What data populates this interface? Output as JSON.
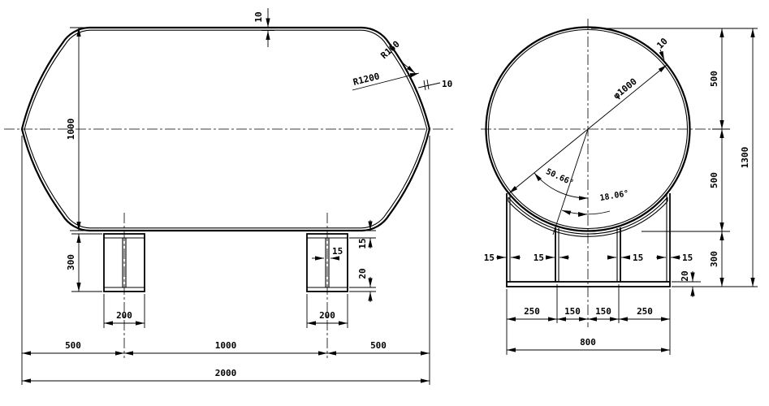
{
  "side_view": {
    "top_wall_thickness": "10",
    "knuckle_radius": "R160",
    "crown_radius": "R1200",
    "head_wall_thickness": "10",
    "tank_height": "1000",
    "leg_height": "300",
    "leg_web_thickness": "15",
    "leg_top_plate_thickness": "15",
    "leg_base_plate_thickness": "20",
    "leg_width_left": "200",
    "leg_width_right": "200",
    "end_to_leg_left": "500",
    "leg_spacing": "1000",
    "end_to_leg_right": "500",
    "overall_length": "2000"
  },
  "end_view": {
    "shell_thickness": "10",
    "diameter": "φ1000",
    "angle_large": "50.66°",
    "angle_small": "18.06°",
    "plate_thicknesses": [
      "15",
      "15",
      "15",
      "15"
    ],
    "base_plate_thickness": "20",
    "span_left_outer": "250",
    "span_left_inner": "150",
    "span_right_inner": "150",
    "span_right_outer": "250",
    "saddle_width": "800",
    "top_to_center": "500",
    "center_to_saddle": "500",
    "saddle_height": "300",
    "overall_height": "1300"
  },
  "colors": {
    "line": "#000000",
    "background": "#ffffff"
  }
}
